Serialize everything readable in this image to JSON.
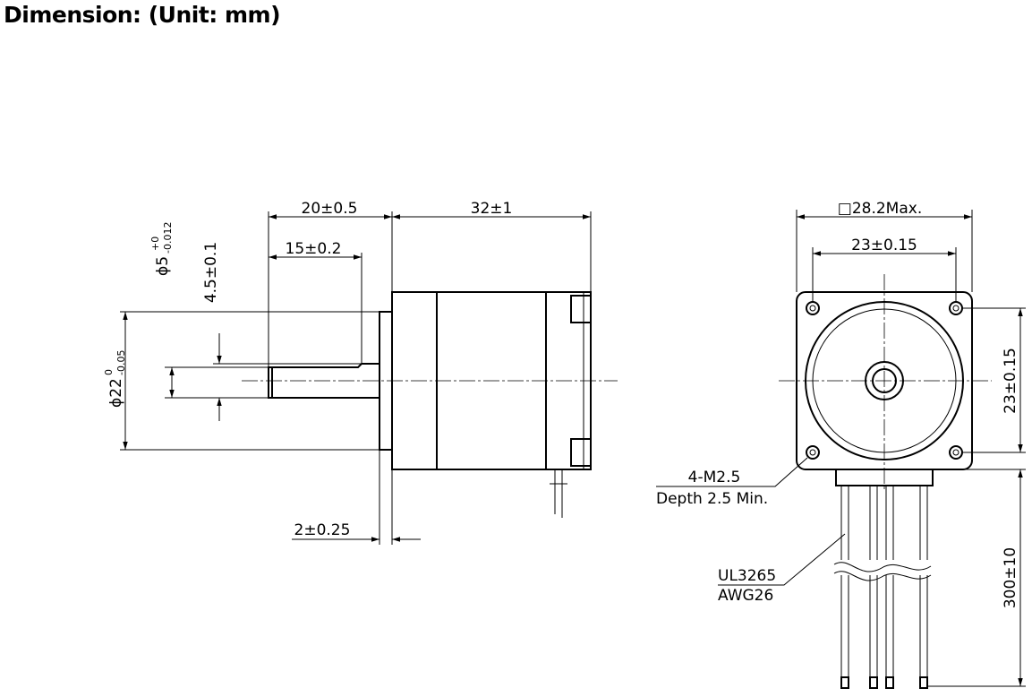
{
  "title": "Dimension: (Unit: mm)",
  "dimensions": {
    "shaft_length": "20±0.5",
    "body_length": "32±1",
    "flat_length": "15±0.2",
    "flat_height": "4.5±0.1",
    "shaft_diameter": "5",
    "shaft_diameter_upper": "+0",
    "shaft_diameter_lower": "-0.012",
    "pilot_diameter": "22",
    "pilot_diameter_upper": "0",
    "pilot_diameter_lower": "-0.05",
    "pilot_length": "2±0.25",
    "frame_size": "□28.2Max.",
    "hole_spacing_h": "23±0.15",
    "hole_spacing_v": "23±0.15",
    "lead_length": "300±10"
  },
  "notes": {
    "mount_holes_line1": "4-M2.5",
    "mount_holes_line2": "Depth 2.5 Min.",
    "wire_line1": "UL3265",
    "wire_line2": "AWG26"
  },
  "symbols": {
    "diameter": "ϕ"
  }
}
